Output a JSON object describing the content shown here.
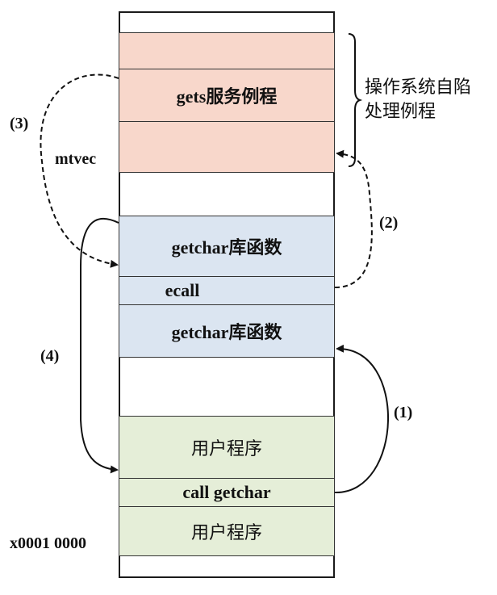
{
  "memory": {
    "gets_routine": "gets服务例程",
    "getchar_lib_1": "getchar库函数",
    "ecall": "ecall",
    "getchar_lib_2": "getchar库函数",
    "user_program_1": "用户程序",
    "call_getchar": "call getchar",
    "user_program_2": "用户程序"
  },
  "labels": {
    "mtvec": "mtvec",
    "address": "x0001 0000",
    "os_trap_line1": "操作系统自陷",
    "os_trap_line2": "处理例程",
    "step1": "(1)",
    "step2": "(2)",
    "step3": "(3)",
    "step4": "(4)"
  },
  "colors": {
    "os_region": "#f8d7cb",
    "lib_region": "#dbe5f1",
    "user_region": "#e5eed8"
  }
}
